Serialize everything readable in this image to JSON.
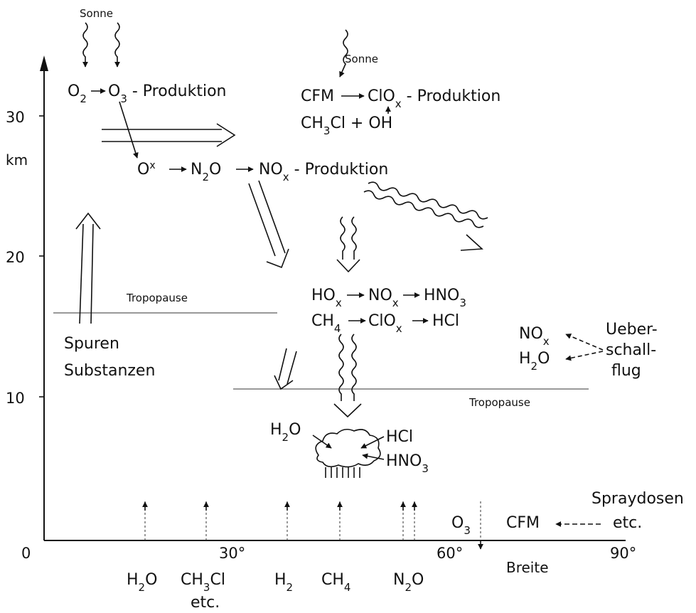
{
  "axes": {
    "y_unit": "km",
    "y_ticks": [
      "30",
      "20",
      "10"
    ],
    "x_origin": "0",
    "x_ticks": [
      "30°",
      "60°",
      "90°"
    ],
    "x_label": "Breite"
  },
  "sun": {
    "top_label": "Sonne",
    "right_label": "Sonne"
  },
  "ozone": {
    "o2": "O",
    "o2_sub": "2",
    "o3": "O",
    "o3_sub": "3",
    "suffix": " - Produktion"
  },
  "cfm": {
    "line1_a": "CFM",
    "line1_b": "ClO",
    "line1_b_sub": "x",
    "line1_c": " - Produktion",
    "line2_a": "CH",
    "line2_a_sub": "3",
    "line2_b": "Cl + OH"
  },
  "nox_chain": {
    "ox": "O",
    "ox_sup": "x",
    "n2o": "N",
    "n2o_sub": "2",
    "n2o_o": "O",
    "nox": "NO",
    "nox_sub": "x",
    "suffix": " - Produktion"
  },
  "tropopause": {
    "left": "Tropopause",
    "right": "Tropopause"
  },
  "spuren": {
    "line1": "Spuren",
    "line2": "Substanzen"
  },
  "reactions": {
    "row1_a": "HO",
    "row1_a_sub": "x",
    "row1_b": "NO",
    "row1_b_sub": "x",
    "row1_c": "HNO",
    "row1_c_sub": "3",
    "row2_a": "CH",
    "row2_a_sub": "4",
    "row2_b": "ClO",
    "row2_b_sub": "x",
    "row2_c": "HCl"
  },
  "supersonic": {
    "nox": "NO",
    "nox_sub": "x",
    "h2o": "H",
    "h2o_sub": "2",
    "h2o_o": "O",
    "label1": "Ueber-",
    "label2": "schall-",
    "label3": "flug"
  },
  "cloud": {
    "h2o": "H",
    "h2o_sub": "2",
    "h2o_o": "O",
    "hcl": "HCl",
    "hno3": "HNO",
    "hno3_sub": "3"
  },
  "spray": {
    "o3": "O",
    "o3_sub": "3",
    "cfm": "CFM",
    "label1": "Spraydosen",
    "label2": "etc."
  },
  "sources": {
    "h2o": "H",
    "h2o_sub": "2",
    "h2o_o": "O",
    "ch3cl": "CH",
    "ch3cl_sub": "3",
    "ch3cl_b": "Cl",
    "ch3cl_etc": "etc.",
    "h2": "H",
    "h2_sub": "2",
    "ch4": "CH",
    "ch4_sub": "4",
    "n2o": "N",
    "n2o_sub": "2",
    "n2o_o": "O"
  }
}
